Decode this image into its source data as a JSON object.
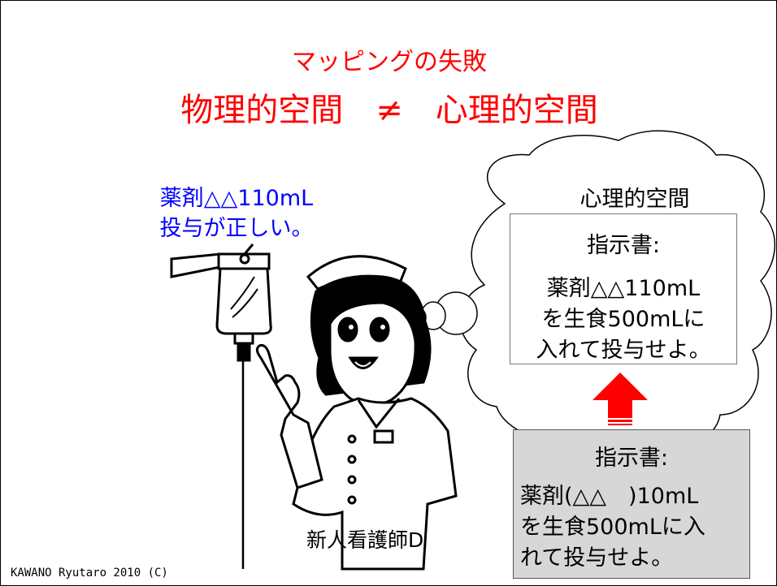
{
  "title": {
    "line1": "マッピングの失敗",
    "line2": "物理的空間　≠　心理的空間"
  },
  "speech": {
    "line1": "薬剤△△110mL",
    "line2": "投与が正しい。"
  },
  "thought": {
    "label": "心理的空間",
    "heading": "指示書:",
    "lines": [
      "薬剤△△110mL",
      "を生食500mLに",
      "入れて投与せよ。"
    ]
  },
  "order": {
    "heading": "指示書:",
    "lines": [
      "薬剤(△△　)10mL",
      "を生食500mLに入",
      "れて投与せよ。"
    ]
  },
  "nurse_label": "新人看護師D",
  "copyright": "KAWANO Ryutaro 2010 (C)",
  "colors": {
    "title": "#ff0000",
    "speech": "#0000ff",
    "arrow": "#ff0000",
    "order_box": "#d7d7d7"
  },
  "icons": [
    "iv-drip-bag-icon",
    "nurse-illustration",
    "thought-cloud-icon",
    "red-up-arrow-icon"
  ]
}
